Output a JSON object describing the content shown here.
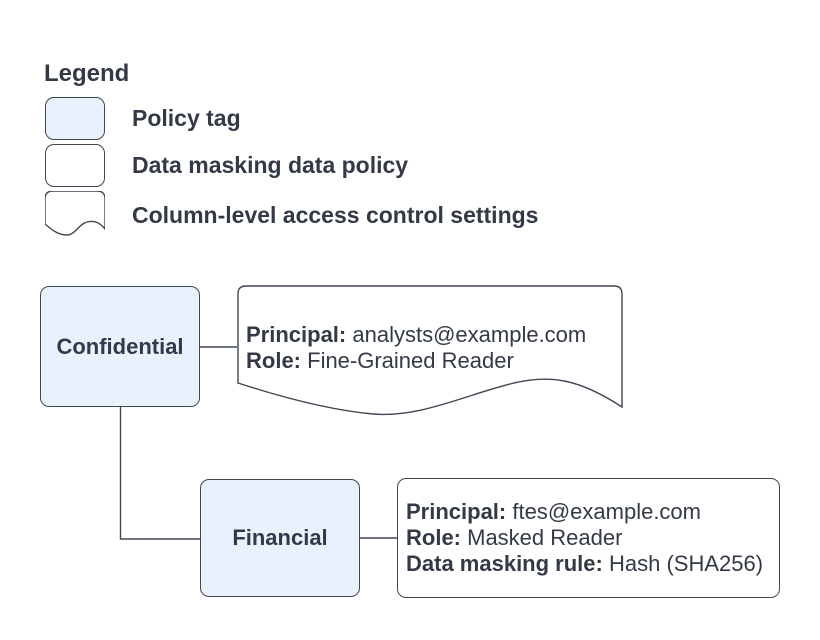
{
  "colors": {
    "policy_tag_fill": "#e9f1fc",
    "shape_fill": "#ffffff",
    "stroke": "#3f4753",
    "text": "#333a46",
    "background": "#ffffff"
  },
  "legend": {
    "title": "Legend",
    "items": [
      {
        "swatch": "policy-tag-swatch",
        "label": "Policy tag"
      },
      {
        "swatch": "data-masking-data-policy-swatch",
        "label": "Data masking data policy"
      },
      {
        "swatch": "column-level-access-control-settings-swatch",
        "label": "Column-level access control settings"
      }
    ]
  },
  "nodes": {
    "confidential": {
      "type": "policy-tag",
      "label": "Confidential"
    },
    "financial": {
      "type": "policy-tag",
      "label": "Financial"
    }
  },
  "callouts": {
    "confidential_settings": {
      "type": "column-level-access-control-settings",
      "lines": [
        {
          "label": "Principal:",
          "value": "analysts@example.com"
        },
        {
          "label": "Role:",
          "value": "Fine-Grained Reader"
        }
      ]
    },
    "financial_policy": {
      "type": "data-masking-data-policy",
      "lines": [
        {
          "label": "Principal:",
          "value": "ftes@example.com"
        },
        {
          "label": "Role:",
          "value": "Masked Reader"
        },
        {
          "label": "Data masking rule:",
          "value": "Hash (SHA256)"
        }
      ]
    }
  }
}
